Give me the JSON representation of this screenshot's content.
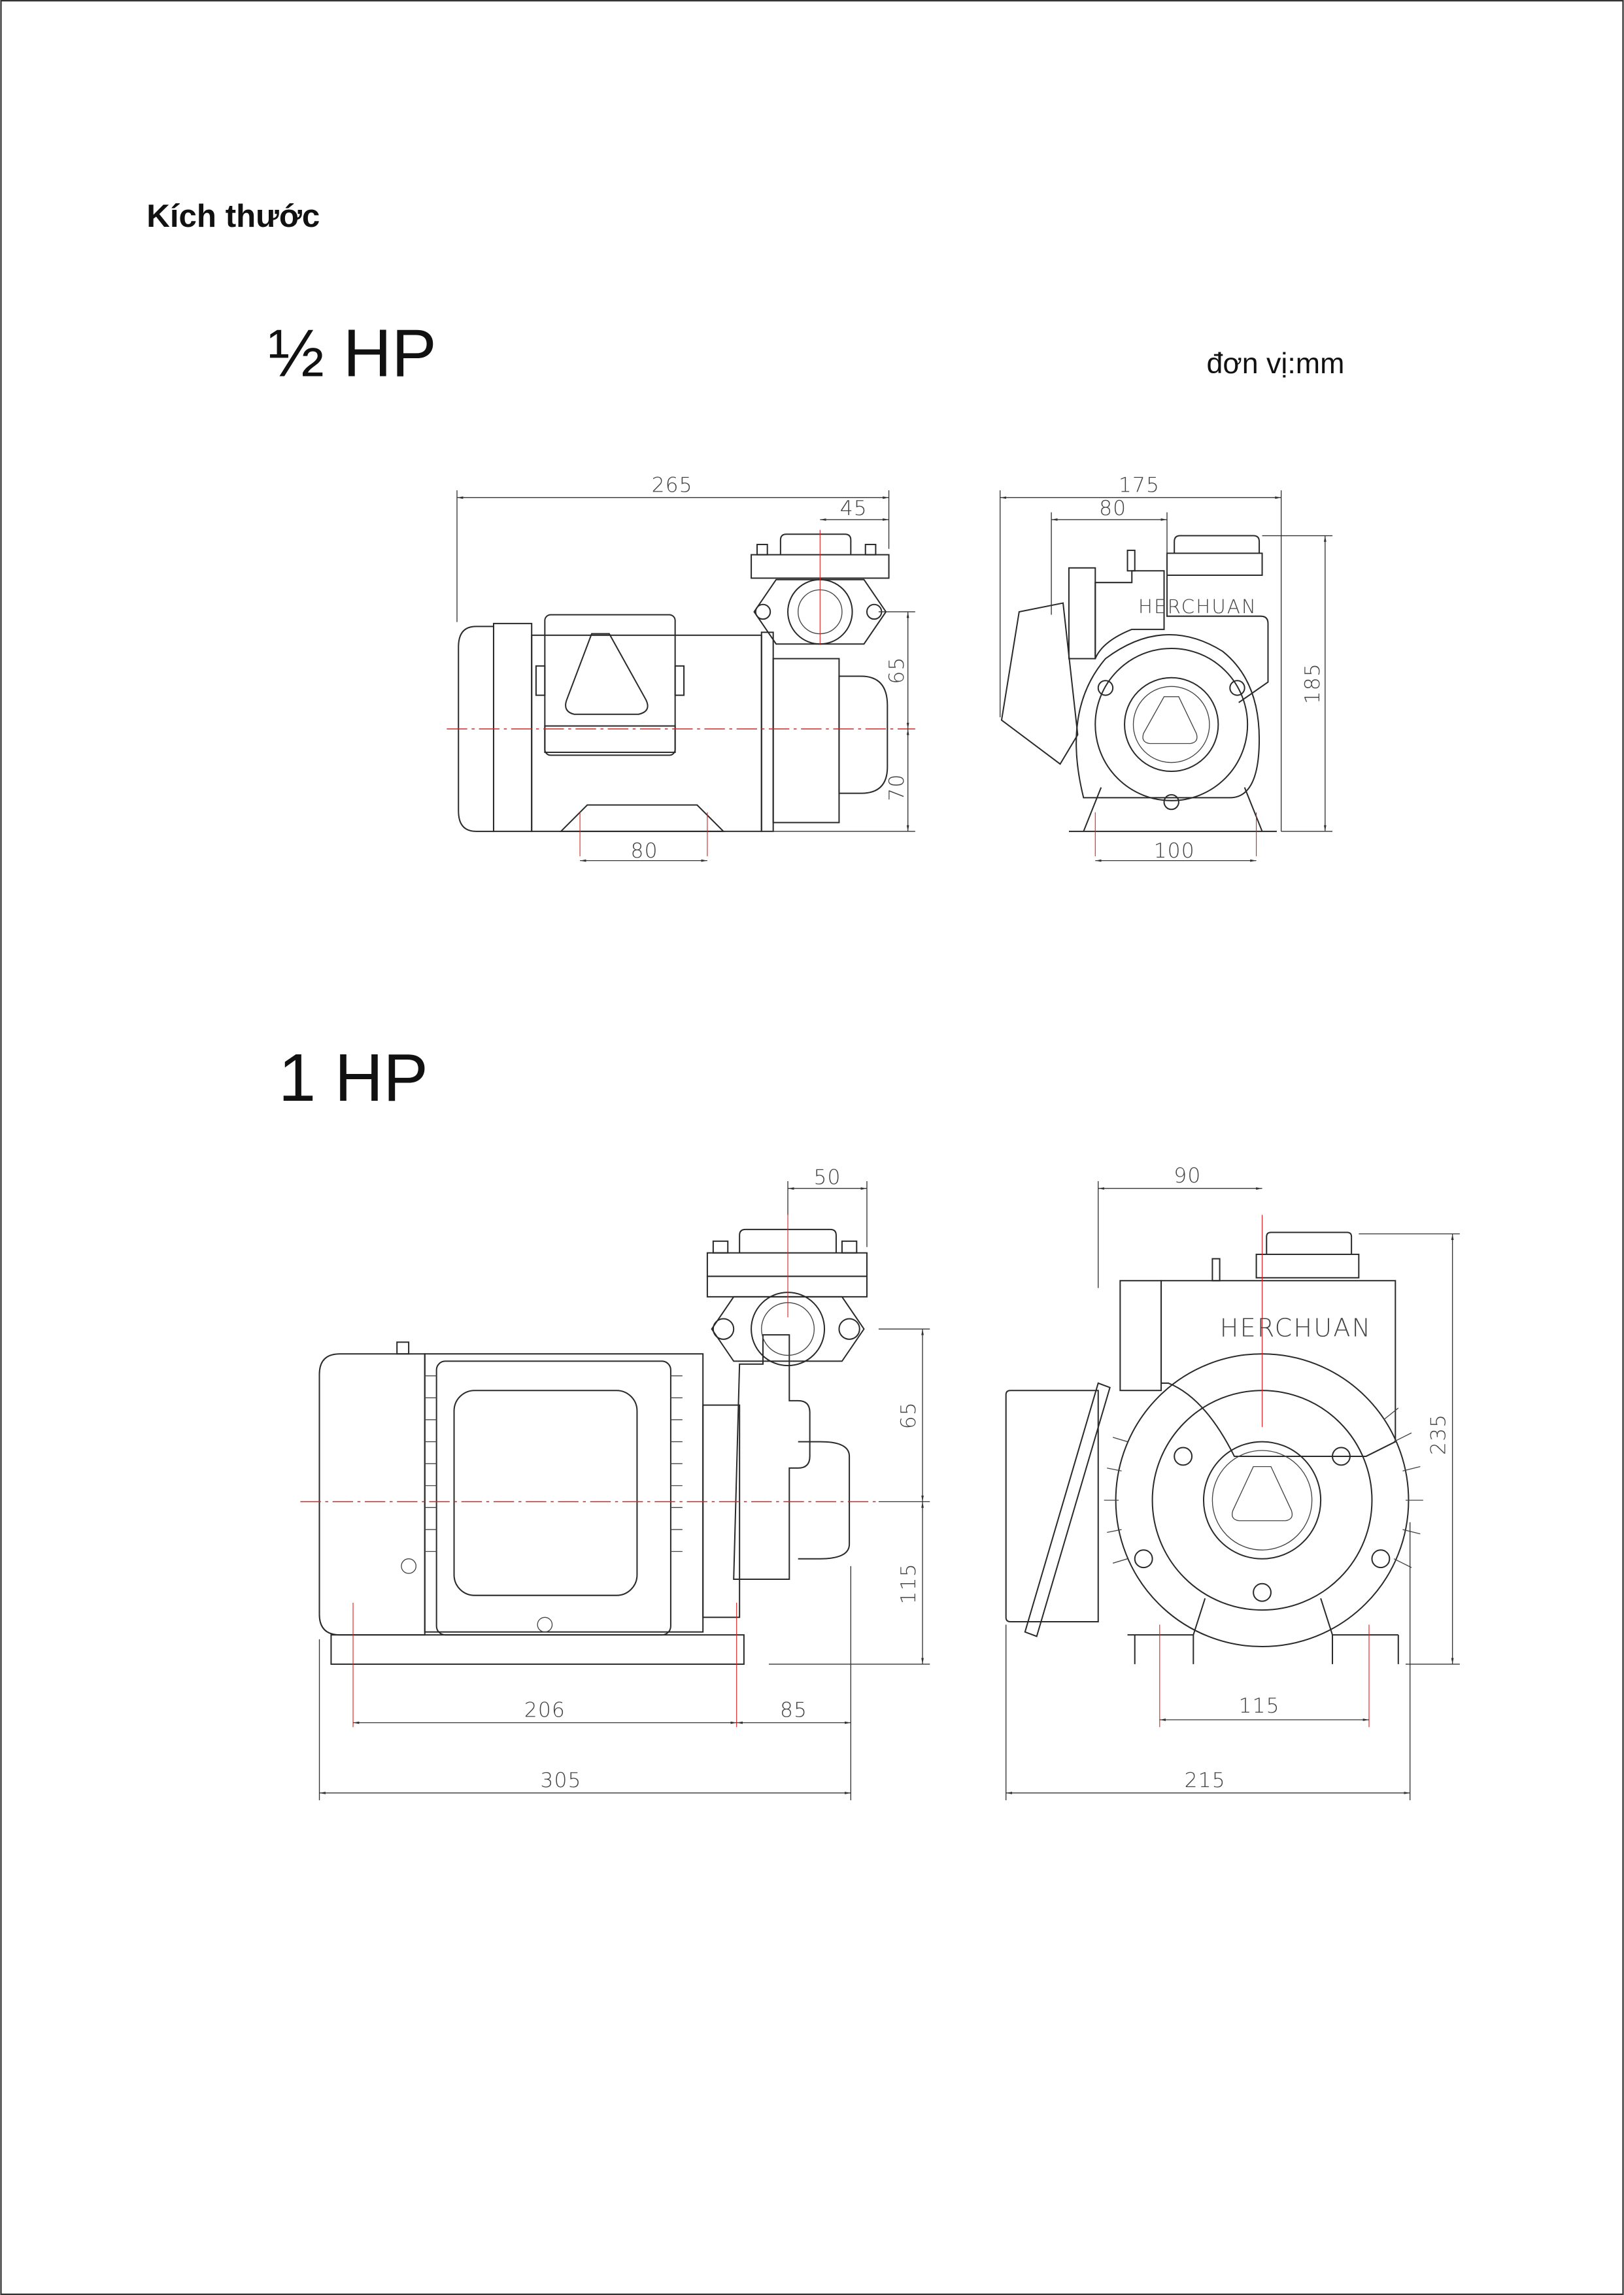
{
  "header": {
    "title": "Kích thước",
    "unit": "đơn vị:mm"
  },
  "half_hp": {
    "label": "½ HP",
    "side_view": {
      "overall_length": "265",
      "outlet_offset": "45",
      "outlet_height_above_axis": "65",
      "axis_height": "70",
      "foot_width": "80"
    },
    "front_view": {
      "overall_width": "175",
      "outlet_offset": "80",
      "overall_height": "185",
      "foot_spacing": "100",
      "brand": "HERCHUAN"
    }
  },
  "one_hp": {
    "label": "1 HP",
    "side_view": {
      "outlet_offset": "50",
      "outlet_height_above_axis": "65",
      "axis_height": "115",
      "mount_spacing": "206",
      "mount_to_end": "85",
      "overall_length": "305"
    },
    "front_view": {
      "outlet_offset": "90",
      "overall_height": "235",
      "foot_spacing": "115",
      "overall_width": "215",
      "brand": "HERCHUAN"
    }
  },
  "colors": {
    "line": "#2a2a2a",
    "centerline": "#e02020"
  }
}
